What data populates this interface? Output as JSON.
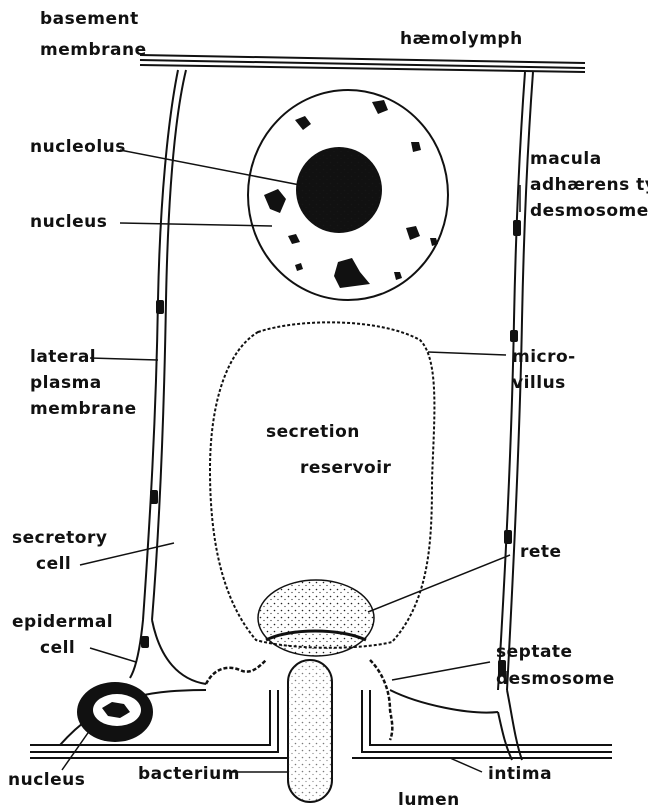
{
  "labels": {
    "basement_membrane": [
      "basement",
      "membrane"
    ],
    "haemolymph": "hæmolymph",
    "nucleolus": "nucleolus",
    "nucleus_upper": "nucleus",
    "macula": [
      "macula",
      "adhærens type",
      "desmosome"
    ],
    "lateral_plasma_membrane": [
      "lateral",
      "plasma",
      "membrane"
    ],
    "microvillus": [
      "micro-",
      "villus"
    ],
    "secretion_reservoir": [
      "secretion",
      "reservoir"
    ],
    "secretory_cell": [
      "secretory",
      "cell"
    ],
    "rete": "rete",
    "epidermal_cell": [
      "epidermal",
      "cell"
    ],
    "septate_desmosome": [
      "septate",
      "desmosome"
    ],
    "nucleus_lower": "nucleus",
    "bacterium": "bacterium",
    "intima": "intima",
    "lumen": "lumen"
  }
}
